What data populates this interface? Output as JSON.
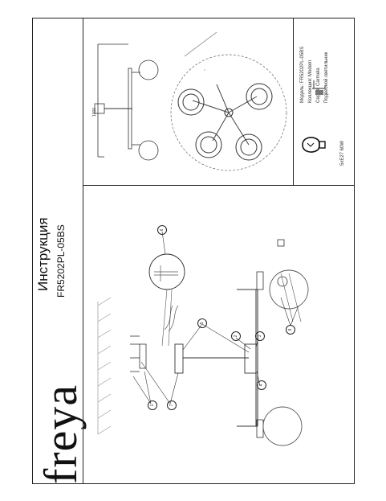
{
  "brand": {
    "logo_text": "freya"
  },
  "header": {
    "title": "Инструкция",
    "model_code": "FR5202PL-05BS"
  },
  "specs": {
    "model_label": "Модель:",
    "model_value": "FR5202PL-05BS",
    "collection_label": "Коллекция:",
    "collection_value": "Modern",
    "series_label": "Серия:",
    "series_value": "Carmela",
    "type_value": "Подвесной светильник",
    "bulb_spec": "5xE27 60W"
  },
  "diagram": {
    "callouts": [
      "1",
      "2",
      "3",
      "4",
      "5",
      "6",
      "7",
      "8"
    ],
    "dimension_label": "1000"
  },
  "colors": {
    "ink": "#222222",
    "globe": "#777777",
    "background": "#ffffff"
  }
}
